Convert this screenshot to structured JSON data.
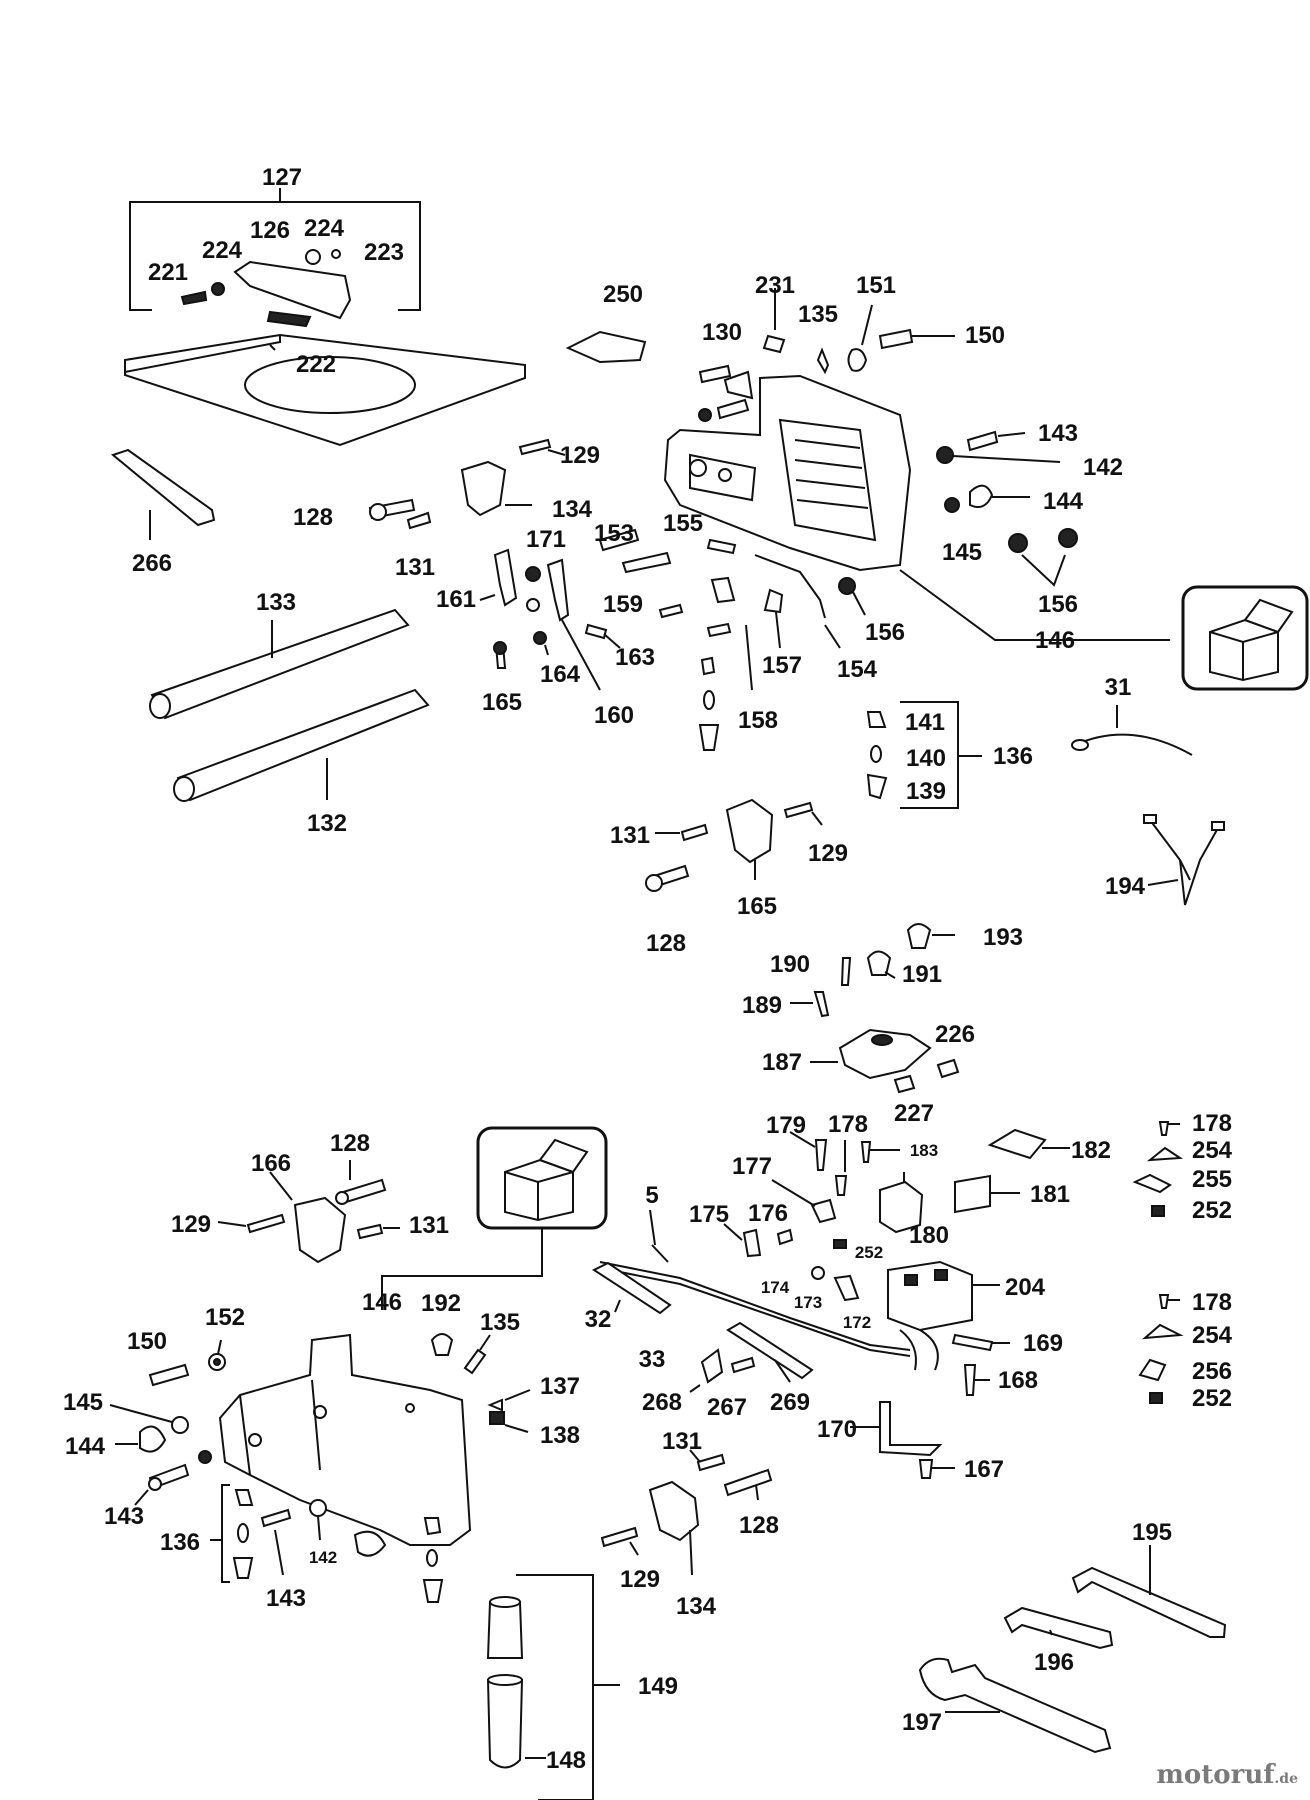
{
  "watermark": {
    "name": "motoruf",
    "tld": ".de"
  },
  "labels": {
    "l127": "127",
    "l126": "126",
    "l224a": "224",
    "l224b": "224",
    "l223": "223",
    "l221": "221",
    "l222": "222",
    "l250": "250",
    "l231": "231",
    "l151": "151",
    "l130": "130",
    "l135a": "135",
    "l150a": "150",
    "l143a": "143",
    "l142a": "142",
    "l144a": "144",
    "l145a": "145",
    "l156a": "156",
    "l156b": "156",
    "l146a": "146",
    "l129a": "129",
    "l134a": "134",
    "l128a": "128",
    "l131a": "131",
    "l266": "266",
    "l153": "153",
    "l155": "155",
    "l171": "171",
    "l161": "161",
    "l159": "159",
    "l163": "163",
    "l164": "164",
    "l165a": "165",
    "l160": "160",
    "l157": "157",
    "l158": "158",
    "l154": "154",
    "l133": "133",
    "l132": "132",
    "l31": "31",
    "l141": "141",
    "l140": "140",
    "l139": "139",
    "l136a": "136",
    "l131b": "131",
    "l129b": "129",
    "l128b": "128",
    "l165b": "165",
    "l194": "194",
    "l193": "193",
    "l190": "190",
    "l191": "191",
    "l189": "189",
    "l187": "187",
    "l226": "226",
    "l227": "227",
    "l179": "179",
    "l178a": "178",
    "l183": "183",
    "l182": "182",
    "l178b": "178",
    "l254a": "254",
    "l255": "255",
    "l252a": "252",
    "l177": "177",
    "l181": "181",
    "l175": "175",
    "l176": "176",
    "l180": "180",
    "l252b": "252",
    "l5": "5",
    "l174": "174",
    "l173": "173",
    "l172": "172",
    "l204": "204",
    "l32": "32",
    "l178c": "178",
    "l254b": "254",
    "l256": "256",
    "l252c": "252",
    "l169": "169",
    "l168": "168",
    "l33": "33",
    "l268": "268",
    "l267": "267",
    "l269": "269",
    "l170": "170",
    "l167": "167",
    "l166": "166",
    "l128c": "128",
    "l129c": "129",
    "l131c": "131",
    "l146b": "146",
    "l192": "192",
    "l135b": "135",
    "l150b": "150",
    "l152": "152",
    "l137": "137",
    "l138": "138",
    "l145b": "145",
    "l144b": "144",
    "l143b": "143",
    "l136b": "136",
    "l142b": "142",
    "l143c": "143",
    "l131d": "131",
    "l128d": "128",
    "l129d": "129",
    "l134b": "134",
    "l149": "149",
    "l148": "148",
    "l195": "195",
    "l196": "196",
    "l197": "197"
  }
}
